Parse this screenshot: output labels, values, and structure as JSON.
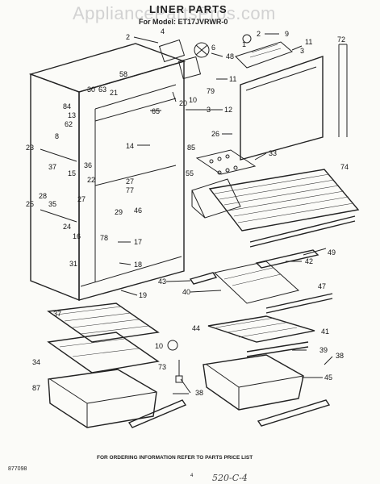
{
  "watermark": "AppliancePartsPros.com",
  "title": "LINER PARTS",
  "model": "For Model: ET17JVRWR-0",
  "footer": "FOR ORDERING INFORMATION REFER TO PARTS PRICE LIST",
  "code": "877098",
  "page_number": "4",
  "handwritten": "520-C-4",
  "labels": [
    "2",
    "4",
    "2",
    "9",
    "11",
    "72",
    "48",
    "3",
    "1",
    "6",
    "58",
    "30",
    "63",
    "21",
    "65",
    "84",
    "13",
    "62",
    "11",
    "20",
    "79",
    "12",
    "10",
    "3",
    "23",
    "8",
    "14",
    "26",
    "85",
    "33",
    "55",
    "74",
    "15",
    "22",
    "36",
    "27",
    "37",
    "28",
    "27",
    "77",
    "25",
    "35",
    "29",
    "46",
    "24",
    "16",
    "78",
    "17",
    "31",
    "18",
    "49",
    "42",
    "43",
    "19",
    "40",
    "47",
    "37",
    "44",
    "41",
    "10",
    "39",
    "34",
    "73",
    "45",
    "87",
    "38",
    "38"
  ]
}
